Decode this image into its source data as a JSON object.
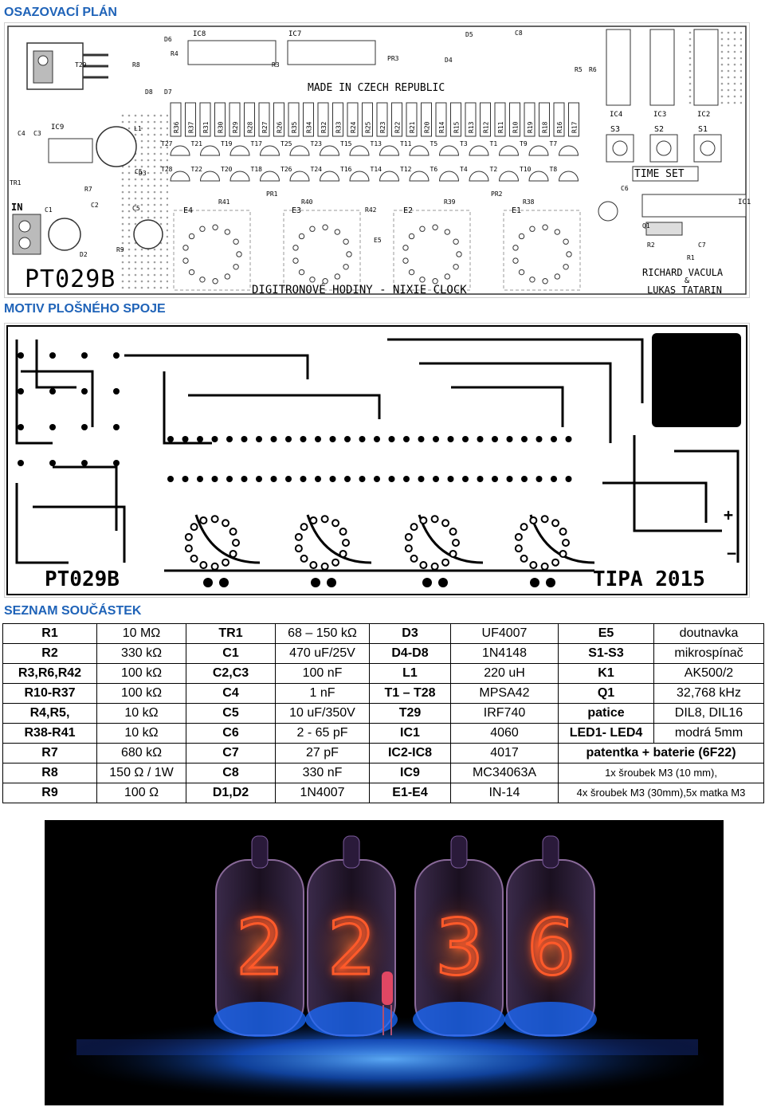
{
  "headings": {
    "layout_plan": "OSAZOVACÍ PLÁN",
    "pcb_motif": "MOTIV PLOŠNÉHO SPOJE",
    "parts_list": "SEZNAM SOUČÁSTEK"
  },
  "layout_board": {
    "code": "PT029B",
    "made_in": "MADE IN CZECH REPUBLIC",
    "title": "DIGITRONOVÉ HODINY - NIXIE CLOCK",
    "time_set": "TIME SET",
    "author_1": "RICHARD VACULA",
    "amp": "&",
    "author_2": "LUKAS TATARIN",
    "input": "IN",
    "ic_labels": [
      "IC8",
      "IC7",
      "IC4",
      "IC3",
      "IC2",
      "IC9",
      "IC1"
    ],
    "switch_labels": [
      "S3",
      "S2",
      "S1"
    ],
    "resistor_row": [
      "R36",
      "R37",
      "R31",
      "R30",
      "R29",
      "R28",
      "R27",
      "R26",
      "R35",
      "R34",
      "R32",
      "R33",
      "R24",
      "R25",
      "R23",
      "R22",
      "R21",
      "R20",
      "R14",
      "R15",
      "R13",
      "R12",
      "R11",
      "R10",
      "R19",
      "R18",
      "R16",
      "R17"
    ],
    "transistor_row_1": [
      "T27",
      "T21",
      "T19",
      "T17",
      "T25",
      "T23",
      "T15",
      "T13",
      "T11",
      "T5",
      "T3",
      "T1",
      "T9",
      "T7"
    ],
    "transistor_row_2": [
      "T28",
      "T22",
      "T20",
      "T18",
      "T26",
      "T24",
      "T16",
      "T14",
      "T12",
      "T6",
      "T4",
      "T2",
      "T10",
      "T8"
    ],
    "tube_labels": [
      "E4",
      "E3",
      "E2",
      "E1"
    ],
    "misc_labels": [
      "T29",
      "R8",
      "R4",
      "R3",
      "R5",
      "R6",
      "D5",
      "C8",
      "D4",
      "PR3",
      "L1",
      "C4",
      "C3",
      "D3",
      "TR1",
      "R7",
      "C1",
      "C2",
      "C5",
      "D2",
      "R9",
      "R41",
      "PR1",
      "R40",
      "R42",
      "E5",
      "R39",
      "PR2",
      "R38",
      "C6",
      "Q1",
      "R2",
      "C7",
      "R1",
      "D6",
      "D7",
      "D8",
      "C5"
    ]
  },
  "pcb_board": {
    "code": "PT029B",
    "year": "TIPA 2015",
    "plus": "+",
    "minus": "−"
  },
  "parts_table": [
    [
      "R1",
      "10 MΩ",
      "TR1",
      "68 – 150 kΩ",
      "D3",
      "UF4007",
      "E5",
      "doutnavka"
    ],
    [
      "R2",
      "330 kΩ",
      "C1",
      "470 uF/25V",
      "D4-D8",
      "1N4148",
      "S1-S3",
      "mikrospínač"
    ],
    [
      "R3,R6,R42",
      "100 kΩ",
      "C2,C3",
      "100 nF",
      "L1",
      "220 uH",
      "K1",
      "AK500/2"
    ],
    [
      "R10-R37",
      "100 kΩ",
      "C4",
      "1 nF",
      "T1 – T28",
      "MPSA42",
      "Q1",
      "32,768 kHz"
    ],
    [
      "R4,R5,",
      "10 kΩ",
      "C5",
      "10 uF/350V",
      "T29",
      "IRF740",
      "patice",
      "DIL8, DIL16"
    ],
    [
      "R38-R41",
      "10 kΩ",
      "C6",
      "2 - 65 pF",
      "IC1",
      "4060",
      "LED1- LED4",
      "modrá 5mm"
    ],
    [
      "R7",
      "680 kΩ",
      "C7",
      "27 pF",
      "IC2-IC8",
      "4017",
      "patentka + baterie (6F22)",
      ""
    ],
    [
      "R8",
      "150 Ω / 1W",
      "C8",
      "330 nF",
      "IC9",
      "MC34063A",
      "1x šroubek M3 (10 mm),",
      ""
    ],
    [
      "R9",
      "100 Ω",
      "D1,D2",
      "1N4007",
      "E1-E4",
      "IN-14",
      "4x šroubek M3 (30mm),5x matka M3",
      ""
    ]
  ],
  "photo": {
    "digits": [
      "2",
      "2",
      "3",
      "6"
    ],
    "colors": {
      "tube_glow": "#ff5a2a",
      "led_blue": "#1a6bff"
    }
  }
}
